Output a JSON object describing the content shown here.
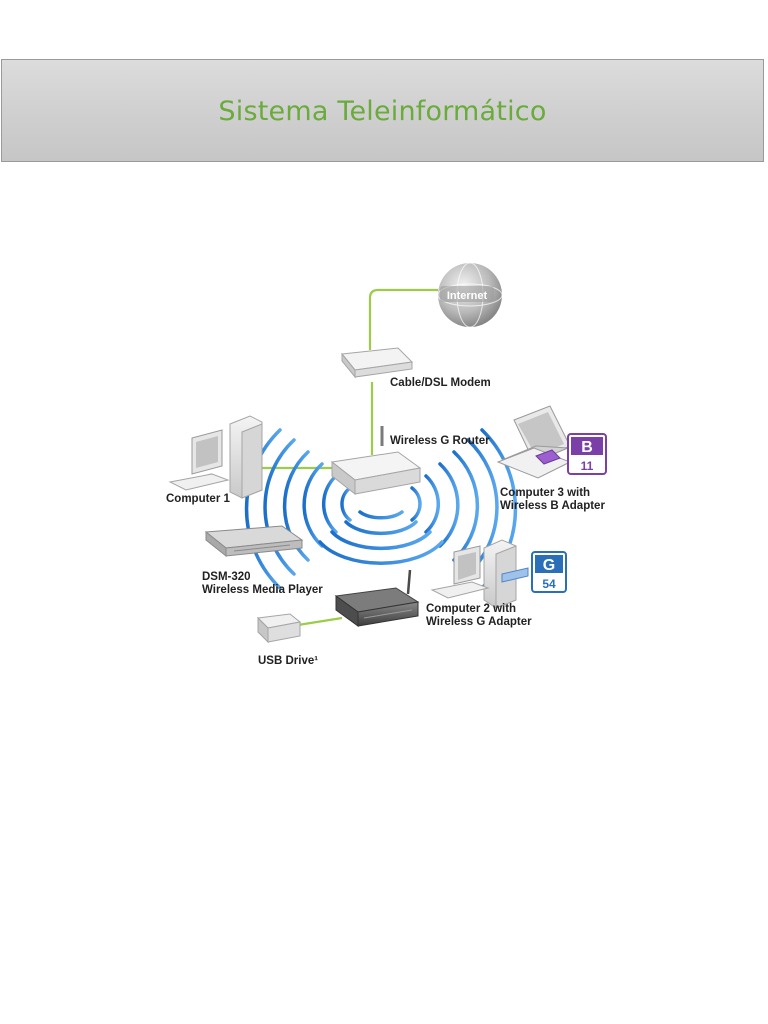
{
  "page": {
    "title": "Sistema Teleinformático"
  },
  "diagram": {
    "internet": "Internet",
    "modem": "Cable/DSL Modem",
    "router": "Wireless G Router",
    "computer1": "Computer 1",
    "dsm_line1": "DSM-320",
    "dsm_line2": "Wireless Media Player",
    "usb": "USB Drive¹",
    "computer3_line1": "Computer 3 with",
    "computer3_line2": "Wireless B Adapter",
    "computer2_line1": "Computer 2 with",
    "computer2_line2": "Wireless G Adapter",
    "badge_b_letter": "B",
    "badge_b_number": "11",
    "badge_g_letter": "G",
    "badge_g_number": "54"
  },
  "colors": {
    "title": "#6aab3c",
    "cable": "#9ccc4a",
    "signal": "#2a7fd4",
    "badge_b": "#7b3fa8",
    "badge_g": "#2a6fb8"
  }
}
